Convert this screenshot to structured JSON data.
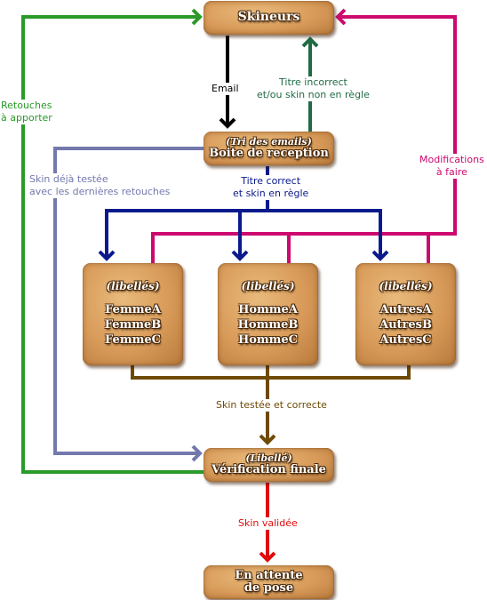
{
  "nodes": {
    "skineurs": {
      "main": "Skineurs"
    },
    "reception": {
      "sub": "(Tri des emails)",
      "main": "Boite de reception"
    },
    "femme": {
      "sub": "(libellés)",
      "lines": [
        "FemmeA",
        "FemmeB",
        "FemmeC"
      ]
    },
    "homme": {
      "sub": "(libellés)",
      "lines": [
        "HommeA",
        "HommeB",
        "HommeC"
      ]
    },
    "autres": {
      "sub": "(libellés)",
      "lines": [
        "AutresA",
        "AutresB",
        "AutresC"
      ]
    },
    "verification": {
      "sub": "(Libellé)",
      "main": "Vérification finale"
    },
    "attente": {
      "main1": "En attente",
      "main2": "de pose"
    }
  },
  "edges": {
    "email": {
      "text": "Email",
      "color": "#000000"
    },
    "titre_incorrect": {
      "line1": "Titre incorrect",
      "line2": "et/ou skin non en règle",
      "color": "#1f6b45"
    },
    "titre_correct": {
      "line1": "Titre correct",
      "line2": "et skin en règle",
      "color": "#0a1a8c"
    },
    "modifications": {
      "line1": "Modifications",
      "line2": "à faire",
      "color": "#cc0a6e"
    },
    "retouches": {
      "line1": "Retouches",
      "line2": "à apporter",
      "color": "#2a9a2a"
    },
    "skin_deja": {
      "line1": "Skin déjà testée",
      "line2": "avec les dernières retouches",
      "color": "#7378ad"
    },
    "skin_testee": {
      "text": "Skin testée et correcte",
      "color": "#6e4a06"
    },
    "skin_validee": {
      "text": "Skin validée",
      "color": "#e00a0a"
    }
  }
}
